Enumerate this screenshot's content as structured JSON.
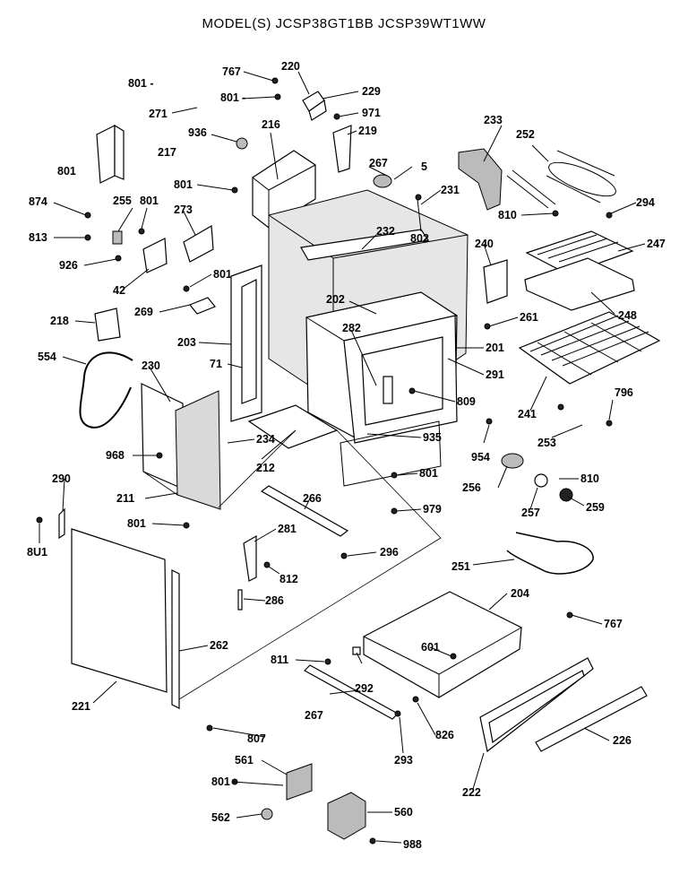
{
  "title": "MODEL(S) JCSP38GT1BB  JCSP39WT1WW",
  "labels": {
    "p767a": "767",
    "p220": "220",
    "p801a": "801 -",
    "p801b": "801 -",
    "p229": "229",
    "p271": "271",
    "p971": "971",
    "p936": "936",
    "p216": "216",
    "p219": "219",
    "p801c": "801",
    "p217": "217",
    "p233": "233",
    "p252": "252",
    "p267a": "267",
    "p5": "5",
    "p801d": "801",
    "p874": "874",
    "p255": "255",
    "p801e": "801",
    "p231": "231",
    "p810a": "810",
    "p294": "294",
    "p273": "273",
    "p802": "802",
    "p813": "813",
    "p232": "232",
    "p240": "240",
    "p247": "247",
    "p926": "926",
    "p801f": "801",
    "p42": "42",
    "p269": "269",
    "p202": "202",
    "p261": "261",
    "p248": "248",
    "p218": "218",
    "p282": "282",
    "p203": "203",
    "p201": "201",
    "p554": "554",
    "p230": "230",
    "p71": "71",
    "p291": "291",
    "p796": "796",
    "p809": "809",
    "p241": "241",
    "p935": "935",
    "p253": "253",
    "p234": "234",
    "p954": "954",
    "p968": "968",
    "p212": "212",
    "p801g": "801",
    "p810b": "810",
    "p290": "290",
    "p266": "266",
    "p256": "256",
    "p211": "211",
    "p257": "257",
    "p259": "259",
    "p979": "979",
    "p801h": "801",
    "p281": "281",
    "p801i": "8U1",
    "p296": "296",
    "p812": "812",
    "p251": "251",
    "p286": "286",
    "p204": "204",
    "p767b": "767",
    "p262": "262",
    "p601": "601",
    "p811": "811",
    "p292": "292",
    "p221": "221",
    "p267b": "267",
    "p826": "826",
    "p807": "807",
    "p226": "226",
    "p293": "293",
    "p561": "561",
    "p222": "222",
    "p801j": "801",
    "p560": "560",
    "p562": "562",
    "p988": "988"
  }
}
